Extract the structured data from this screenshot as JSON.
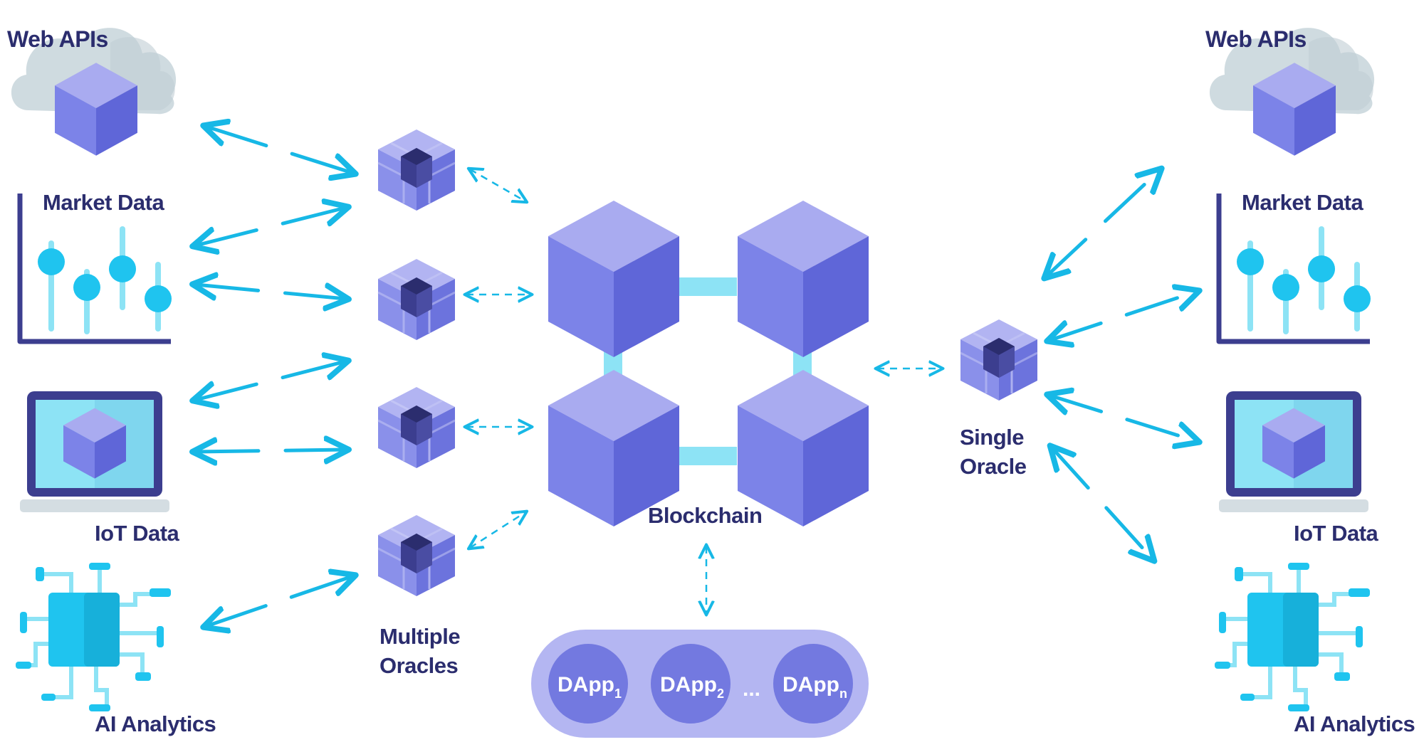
{
  "labels": {
    "web_apis": "Web APIs",
    "market_data": "Market Data",
    "iot_data": "IoT Data",
    "ai_analytics": "AI Analytics",
    "multiple_oracles_line1": "Multiple",
    "multiple_oracles_line2": "Oracles",
    "single_oracle_line1": "Single",
    "single_oracle_line2": "Oracle",
    "blockchain": "Blockchain"
  },
  "dapps": {
    "prefix": "DApp",
    "sub1": "1",
    "sub2": "2",
    "subn": "n",
    "ellipsis": "..."
  },
  "colors": {
    "cube_top": "#a9abf0",
    "cube_left": "#7c83e8",
    "cube_right": "#5f66d8",
    "arrow": "#17b8e6",
    "label": "#2b2d6e",
    "connector": "#8de3f5",
    "dapp_bg": "#b4b6f2",
    "dapp_circle": "#7379e0"
  }
}
